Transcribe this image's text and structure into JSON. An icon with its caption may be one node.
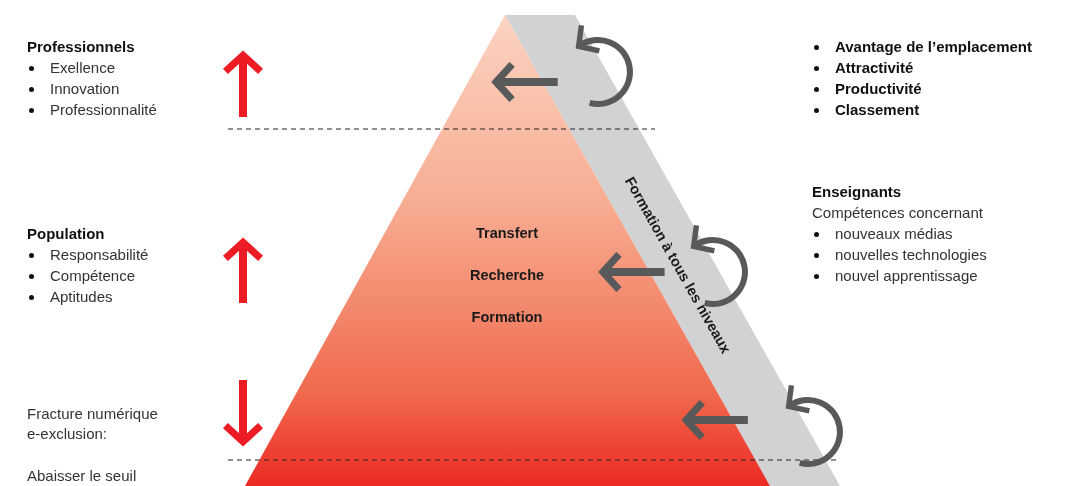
{
  "diagram": {
    "nodes": [
      {
        "text": [
          "Transfert",
          "Recherche",
          "Formation"
        ]
      },
      {
        "text": [
          "Formation à tous les niveaux"
        ]
      }
    ],
    "edges": [
      {
        "from": 1,
        "to": 0,
        "arrow": "to"
      },
      {
        "from": 1,
        "to": 0,
        "arrow": "to"
      },
      {
        "from": 1,
        "to": 0,
        "arrow": "to"
      }
    ],
    "labels": [
      "Professionnels",
      "Exellence",
      "Innovation",
      "Professionnalité",
      "Avantage de l’emplacement",
      "Attractivité",
      "Productivité",
      "Classement",
      "Population",
      "Responsabilité",
      "Compétence",
      "Aptitudes",
      "Enseignants",
      "Compétences concernant",
      "nouveaux médias",
      "nouvelles technologies",
      "nouvel apprentissage",
      "Fracture numérique e-exclusion:",
      "Abaisser le seuil"
    ]
  }
}
